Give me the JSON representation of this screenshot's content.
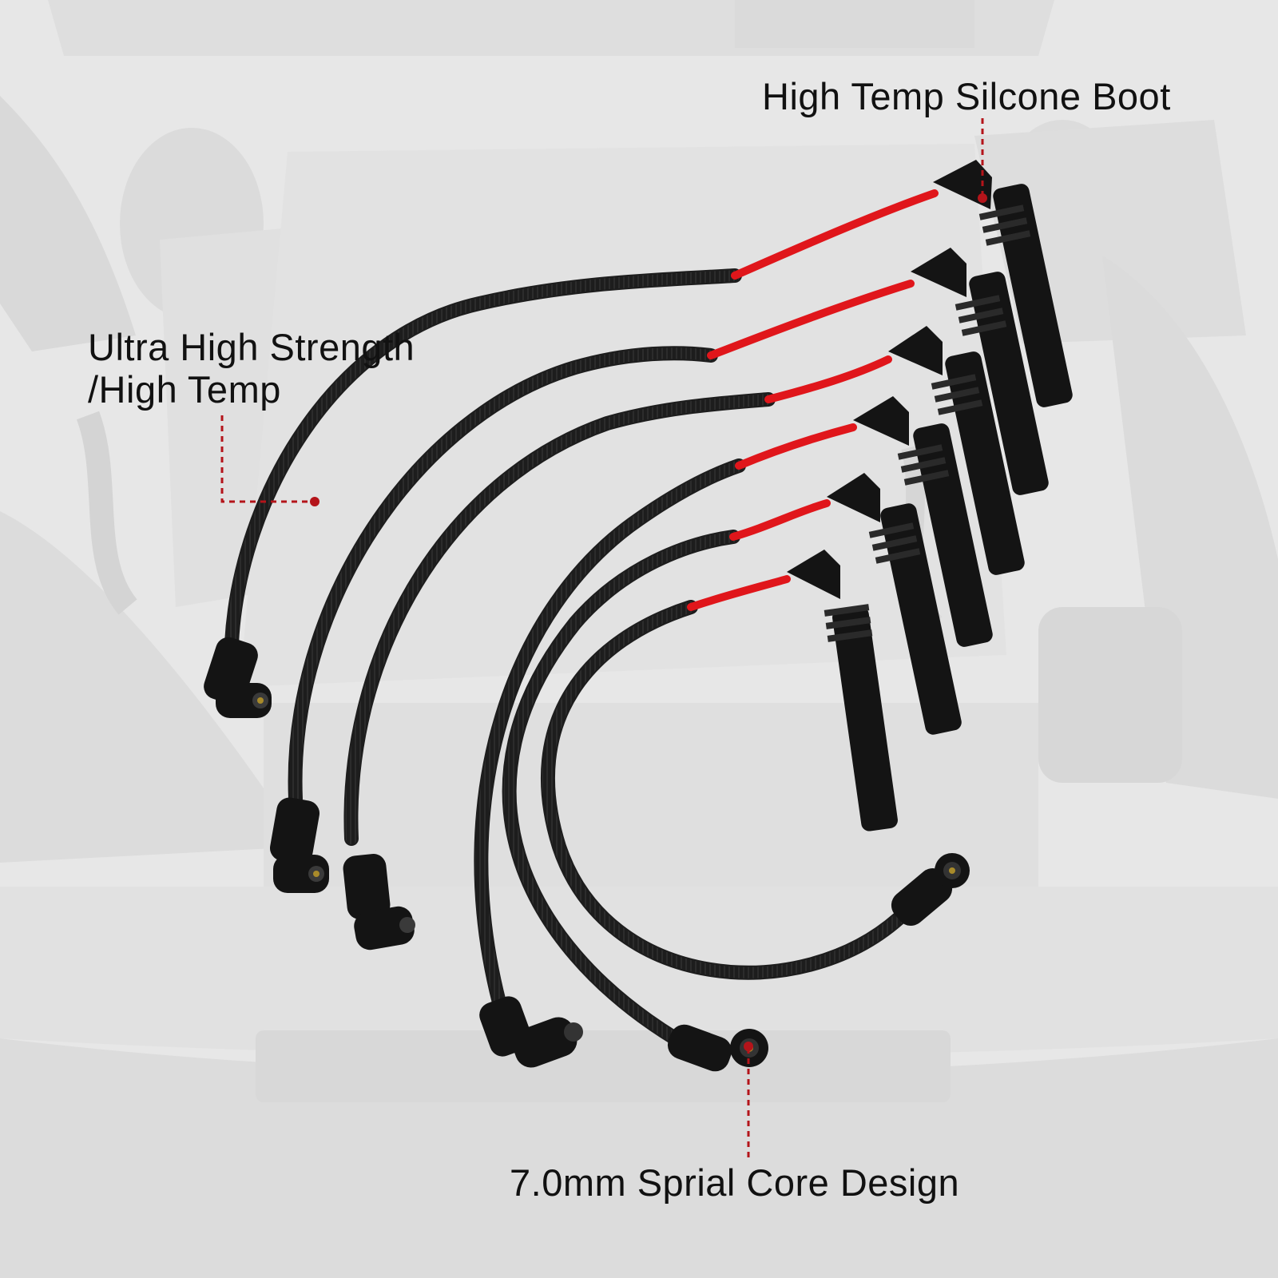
{
  "callouts": {
    "boot": "High Temp Silcone Boot",
    "strength_line1": "Ultra High Strength",
    "strength_line2": "/High Temp",
    "core": "7.0mm Sprial Core Design"
  },
  "colors": {
    "background": "#e9e9e9",
    "wire_sleeve": "#1d1d1d",
    "wire_red": "#e0161b",
    "callout_line": "#b4141a",
    "text": "#111111"
  },
  "product": {
    "subject": "spark plug wire set",
    "wire_count": 6
  }
}
